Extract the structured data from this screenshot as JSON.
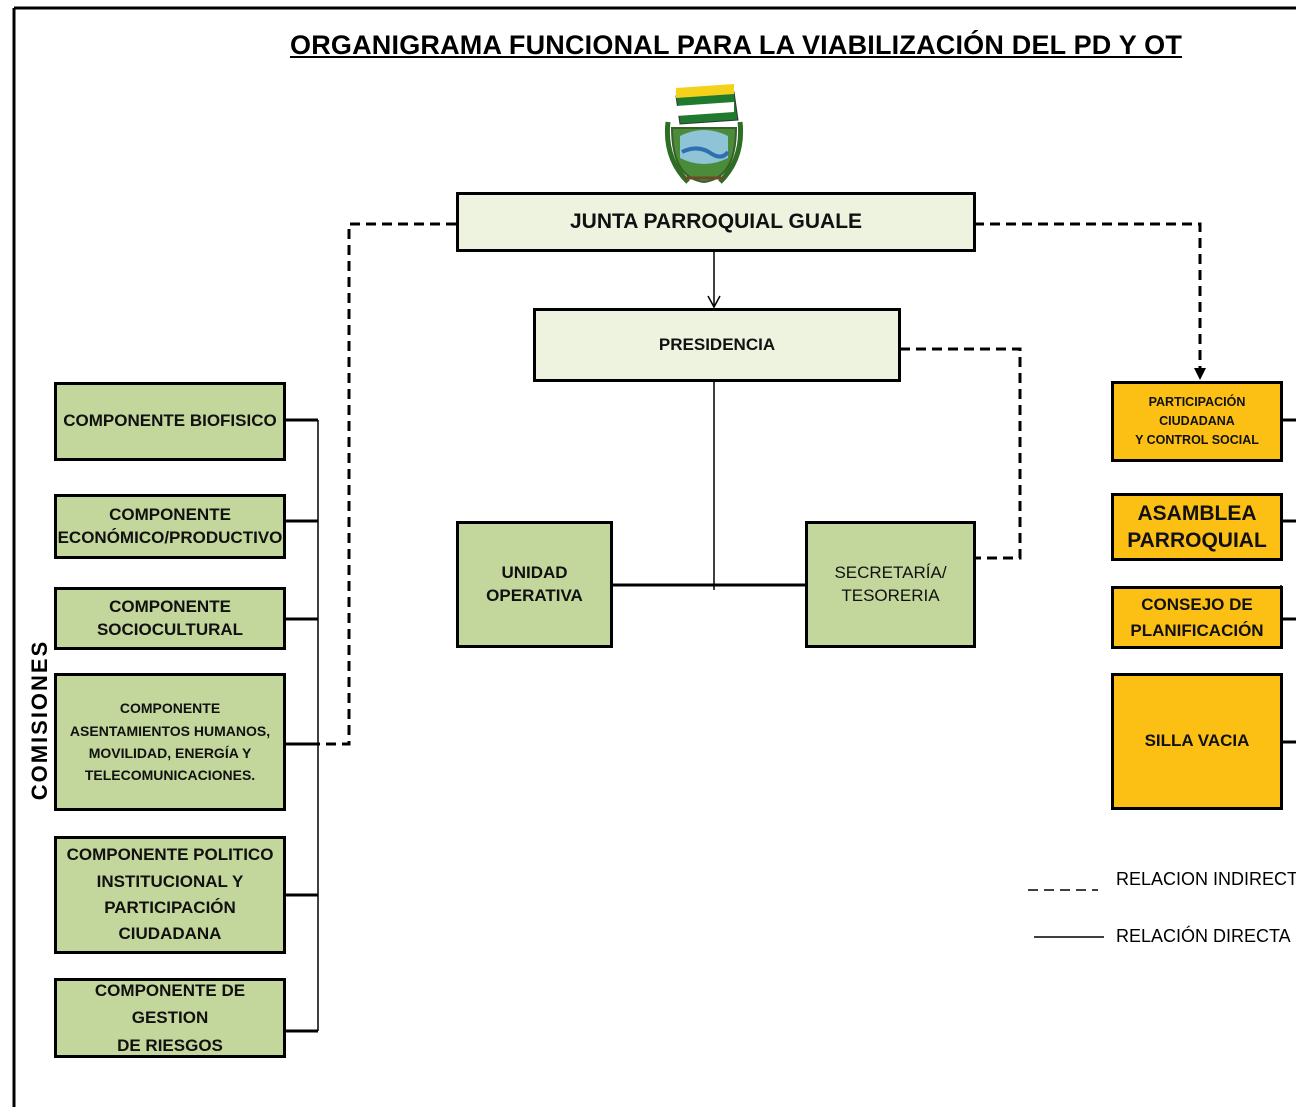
{
  "title": "ORGANIGRAMA  FUNCIONAL PARA LA VIABILIZACIÓN DEL PD Y OT",
  "side_label": "COMISIONES",
  "nodes": {
    "junta": "JUNTA PARROQUIAL  GUALE",
    "presidencia": "PRESIDENCIA",
    "unidad": [
      "UNIDAD",
      "OPERATIVA"
    ],
    "secretaria": [
      "SECRETARÍA/",
      "TESORERIA"
    ],
    "left": [
      [
        "COMPONENTE BIOFISICO"
      ],
      [
        "COMPONENTE",
        "ECONÓMICO/PRODUCTIVO"
      ],
      [
        "COMPONENTE",
        "SOCIOCULTURAL"
      ],
      [
        "COMPONENTE",
        "ASENTAMIENTOS HUMANOS,",
        "MOVILIDAD, ENERGÍA Y",
        "TELECOMUNICACIONES."
      ],
      [
        "COMPONENTE POLITICO",
        "INSTITUCIONAL Y",
        "PARTICIPACIÓN CIUDADANA"
      ],
      [
        "COMPONENTE DE GESTION",
        "DE RIESGOS"
      ]
    ],
    "right": [
      [
        "PARTICIPACIÓN",
        "CIUDADANA",
        "Y CONTROL SOCIAL"
      ],
      [
        "ASAMBLEA",
        "PARROQUIAL"
      ],
      [
        "CONSEJO DE",
        "PLANIFICACIÓN"
      ],
      [
        "SILLA VACIA"
      ]
    ]
  },
  "legend": {
    "indirect": "RELACION INDIRECTA",
    "direct": "RELACIÓN DIRECTA"
  },
  "colors": {
    "light_green": "#eef3df",
    "green": "#c3d69b",
    "orange": "#fcbf14",
    "line": "#000000"
  }
}
